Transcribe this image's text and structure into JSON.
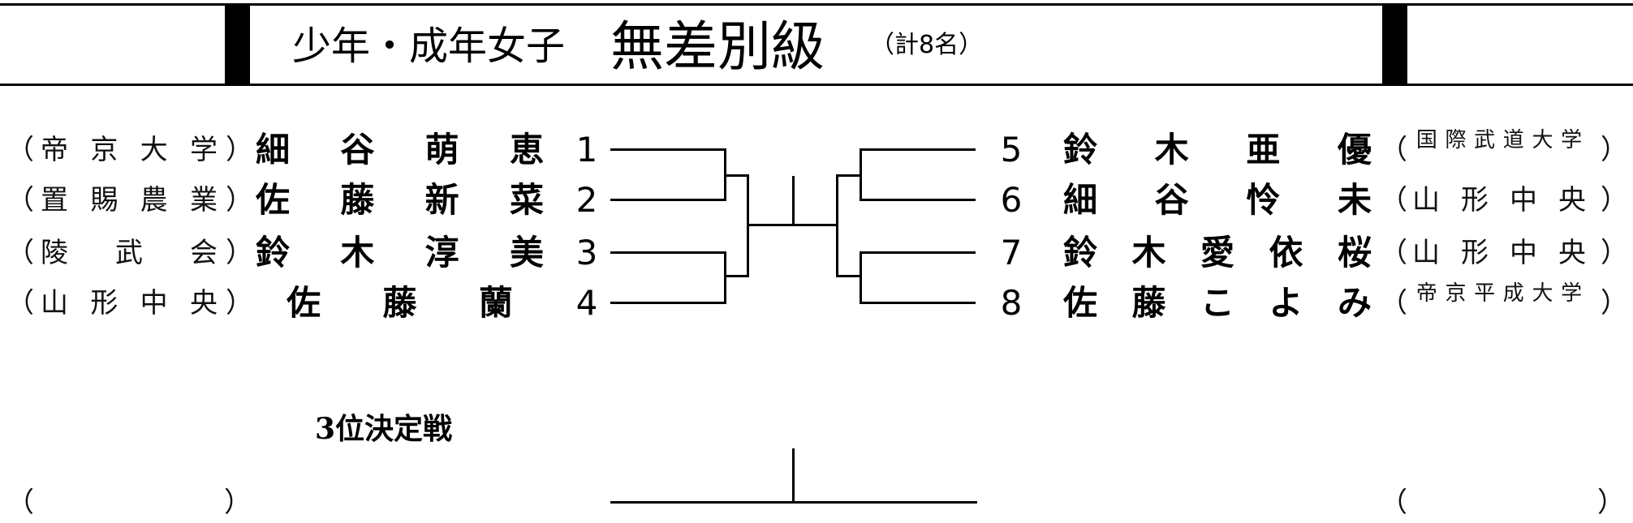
{
  "header": {
    "category": "少年・成年女子",
    "weight_class": "無差別級",
    "count": "（計8名）"
  },
  "bracket": {
    "left": [
      {
        "seed": "1",
        "name": "細谷萌恵",
        "affiliation": "帝京大学"
      },
      {
        "seed": "2",
        "name": "佐藤新菜",
        "affiliation": "置賜農業"
      },
      {
        "seed": "3",
        "name": "鈴木淳美",
        "affiliation": "陵武会"
      },
      {
        "seed": "4",
        "name": "佐藤蘭",
        "affiliation": "山形中央"
      }
    ],
    "right": [
      {
        "seed": "5",
        "name": "鈴木亜優",
        "affiliation": "国際武道大学"
      },
      {
        "seed": "6",
        "name": "細谷怜未",
        "affiliation": "山形中央"
      },
      {
        "seed": "7",
        "name": "鈴木愛依桜",
        "affiliation": "山形中央"
      },
      {
        "seed": "8",
        "name": "佐藤こよみ",
        "affiliation": "帝京平成大学"
      }
    ]
  },
  "third_place": {
    "label": "3位決定戦",
    "left_affiliation": "",
    "right_affiliation": ""
  },
  "paren_open": "（",
  "paren_close": "）"
}
